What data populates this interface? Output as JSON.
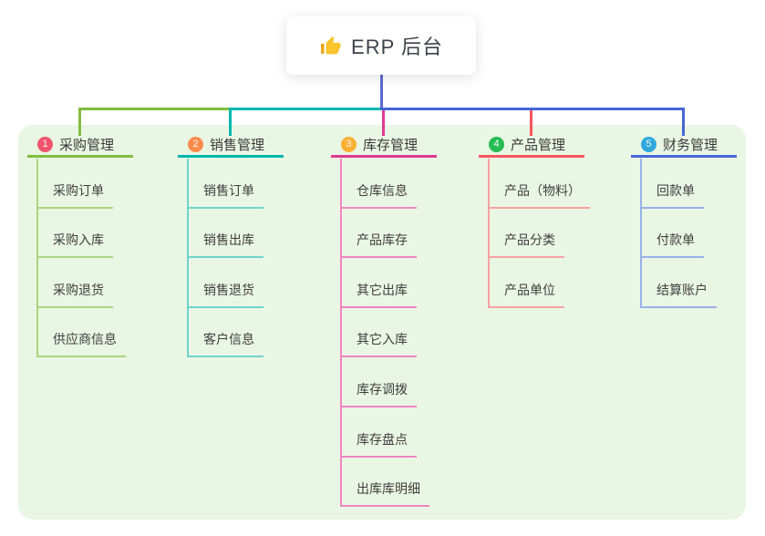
{
  "page": {
    "background": "#ffffff",
    "panel_background": "#eaf6e4"
  },
  "root": {
    "icon": "thumbs-up-icon",
    "label": "ERP 后台"
  },
  "connectors": {
    "trunk_color": "#5b69cd",
    "bus": [
      {
        "name": "bus-left",
        "color": "#82bd3f"
      },
      {
        "name": "bus-mid",
        "color": "#00b7ad"
      },
      {
        "name": "bus-right",
        "color": "#4767d6"
      }
    ]
  },
  "branches": [
    {
      "number": "1",
      "label": "采购管理",
      "badge_color": "#f1556c",
      "line_color": "#82bd3f",
      "sub_line_color": "#a9d57c",
      "children": [
        "采购订单",
        "采购入库",
        "采购退货",
        "供应商信息"
      ]
    },
    {
      "number": "2",
      "label": "销售管理",
      "badge_color": "#fa8c4b",
      "line_color": "#00b7ad",
      "sub_line_color": "#70d4c9",
      "children": [
        "销售订单",
        "销售出库",
        "销售退货",
        "客户信息"
      ]
    },
    {
      "number": "3",
      "label": "库存管理",
      "badge_color": "#fbaf34",
      "line_color": "#dd3a92",
      "sub_line_color": "#ee86c1",
      "children": [
        "仓库信息",
        "产品库存",
        "其它出库",
        "其它入库",
        "库存调拨",
        "库存盘点",
        "出库库明细"
      ]
    },
    {
      "number": "4",
      "label": "产品管理",
      "badge_color": "#27bd55",
      "line_color": "#f4565e",
      "sub_line_color": "#f8a2a2",
      "children": [
        "产品（物料）",
        "产品分类",
        "产品单位"
      ]
    },
    {
      "number": "5",
      "label": "财务管理",
      "badge_color": "#2fa8dd",
      "line_color": "#4767d6",
      "sub_line_color": "#98b1e8",
      "children": [
        "回款单",
        "付款单",
        "结算账户"
      ]
    }
  ]
}
